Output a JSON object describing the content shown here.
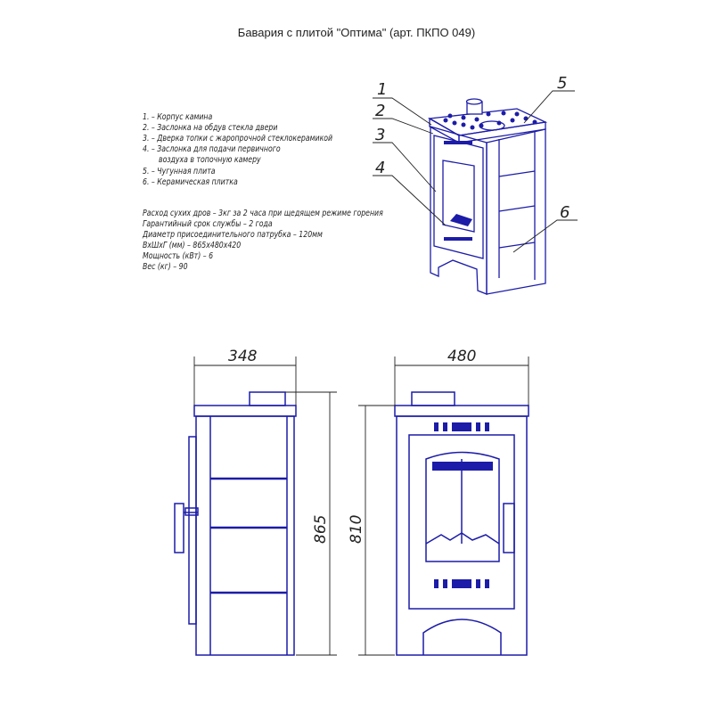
{
  "title": "Бавария с плитой \"Оптима\" (арт. ПКПО 049)",
  "legend": [
    "1. – Корпус камина",
    "2. – Заслонка на обдув стекла двери",
    "3. – Дверка топки с жаропрочной стеклокерамикой",
    "4. – Заслонка для подачи первичного",
    "воздуха в топочную камеру",
    "5. – Чугунная плита",
    "6. – Керамическая плитка"
  ],
  "specs": [
    "Расход сухих дров – 3кг за 2 часа при щедящем режиме горения",
    "Гарантийный срок службы – 2 года",
    "Диаметр присоединительного патрубка – 120мм",
    "ВхШхГ (мм) – 865х480х420",
    "Мощность (кВт) – 6",
    "Вес (кг) – 90"
  ],
  "callouts": [
    "1",
    "2",
    "3",
    "4",
    "5",
    "6"
  ],
  "dimensions": {
    "side_width": "348",
    "front_width": "480",
    "total_height": "865",
    "body_height": "810"
  },
  "colors": {
    "drawing": "#1c1ca8",
    "text": "#222222"
  }
}
